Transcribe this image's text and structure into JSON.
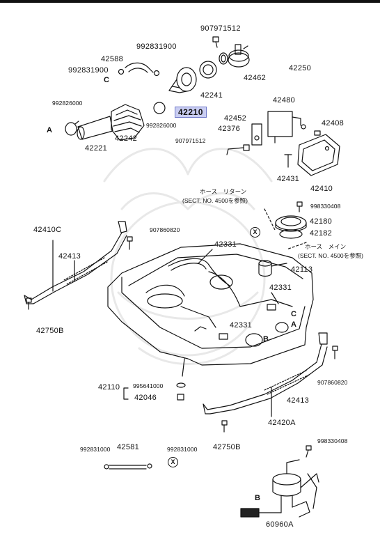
{
  "labels": {
    "p907971512_top": "907971512",
    "p992831900_a": "992831900",
    "p42588": "42588",
    "p992831900_b": "992831900",
    "p42250": "42250",
    "p42462": "42462",
    "p42241": "42241",
    "p42210": "42210",
    "p992826000_a": "992826000",
    "p992826000_b": "992826000",
    "p42242": "42242",
    "p42221": "42221",
    "p42480": "42480",
    "p42452": "42452",
    "p42376": "42376",
    "p907971512_mid": "907971512",
    "p42408": "42408",
    "p42431": "42431",
    "p42410": "42410",
    "p998330408_a": "998330408",
    "p42180": "42180",
    "p42182": "42182",
    "p42113": "42113",
    "p42410C": "42410C",
    "p42413_left": "42413",
    "p907860820_a": "907860820",
    "p42331_a": "42331",
    "p42331_b": "42331",
    "p42331_c": "42331",
    "p42750B_left": "42750B",
    "p42110": "42110",
    "p995641000": "995641000",
    "p42046": "42046",
    "p907860820_b": "907860820",
    "p42413_right": "42413",
    "p42420A": "42420A",
    "p42750B_bottom": "42750B",
    "p992831000_a": "992831000",
    "p42581": "42581",
    "p992831000_b": "992831000",
    "p998330408_b": "998330408",
    "p60960A": "60960A"
  },
  "notes": {
    "return_title": "ホース　リターン",
    "return_ref": "(SECT. NO. 4500を参照)",
    "main_title": "ホース　メイン",
    "main_ref": "(SECT. NO. 4500を参照)"
  },
  "callouts": {
    "A_left": "A",
    "C_left": "C",
    "C_tank": "C",
    "A_tank": "A",
    "B_tank": "B",
    "B_pump": "B",
    "X_tank": "X",
    "X_hose": "X"
  },
  "highlighted_part": "42210",
  "colors": {
    "line": "#111111",
    "highlight_fill": "#c9cdf2",
    "highlight_border": "#6f78c8"
  }
}
